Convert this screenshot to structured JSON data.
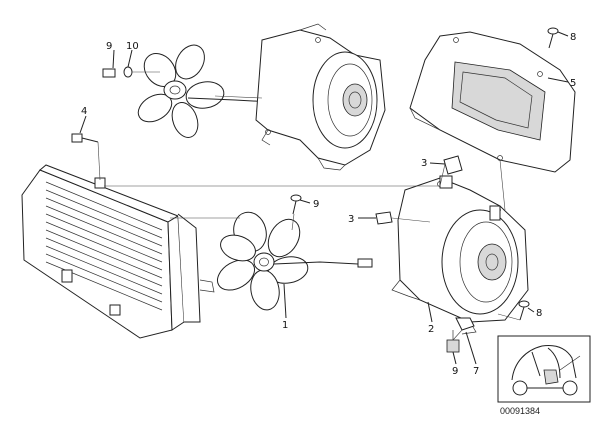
{
  "callouts": {
    "c9_top": "9",
    "c10_top": "10",
    "c4": "4",
    "c8_top": "8",
    "c5": "5",
    "c3_upper": "3",
    "c9_mid": "9",
    "c3_mid": "3",
    "c1": "1",
    "c2": "2",
    "c8_bottom": "8",
    "c9_bottom": "9",
    "c7": "7"
  },
  "part_number": "00091384"
}
